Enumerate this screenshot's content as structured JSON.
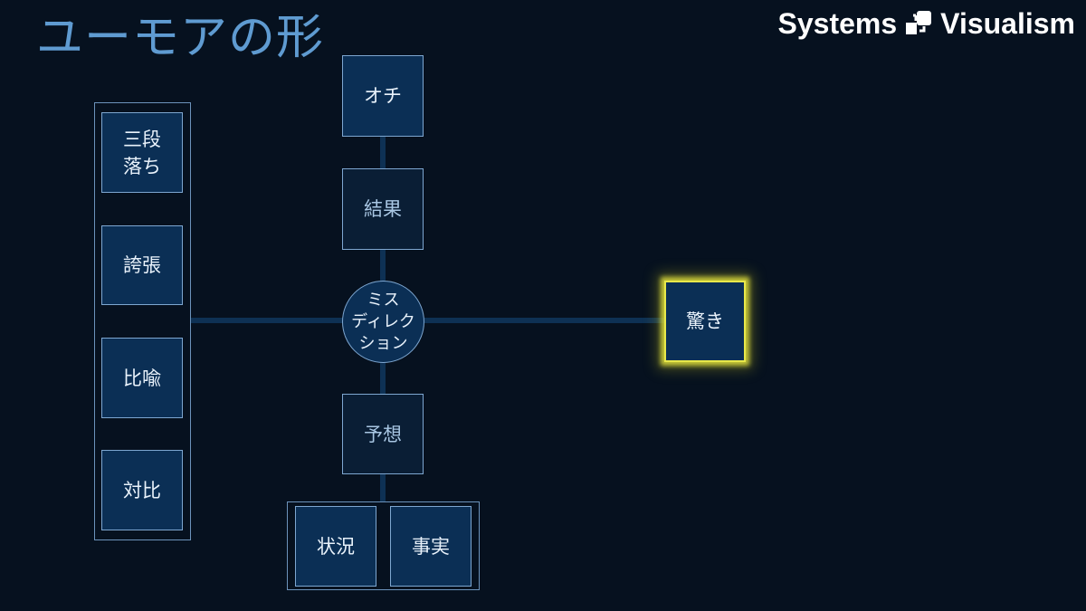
{
  "title": "ユーモアの形",
  "logo": {
    "left_text": "Systems",
    "right_text": "Visualism",
    "icon": "systems-visualism-logo-icon"
  },
  "diagram": {
    "techniques": [
      "三段\n落ち",
      "誇張",
      "比喩",
      "対比"
    ],
    "chain": {
      "top": "オチ",
      "result": "結果",
      "center": "ミス\nディレク\nション",
      "expectation": "予想"
    },
    "base": [
      "状況",
      "事実"
    ],
    "outcome": "驚き"
  },
  "colors": {
    "background": "#06111f",
    "title": "#5f9bd1",
    "box_fill": "#0b2f55",
    "box_dim_fill": "#0a1e35",
    "box_border": "#7ea7d1",
    "connector": "#0e3154",
    "highlight_glow": "#e8e84a"
  }
}
